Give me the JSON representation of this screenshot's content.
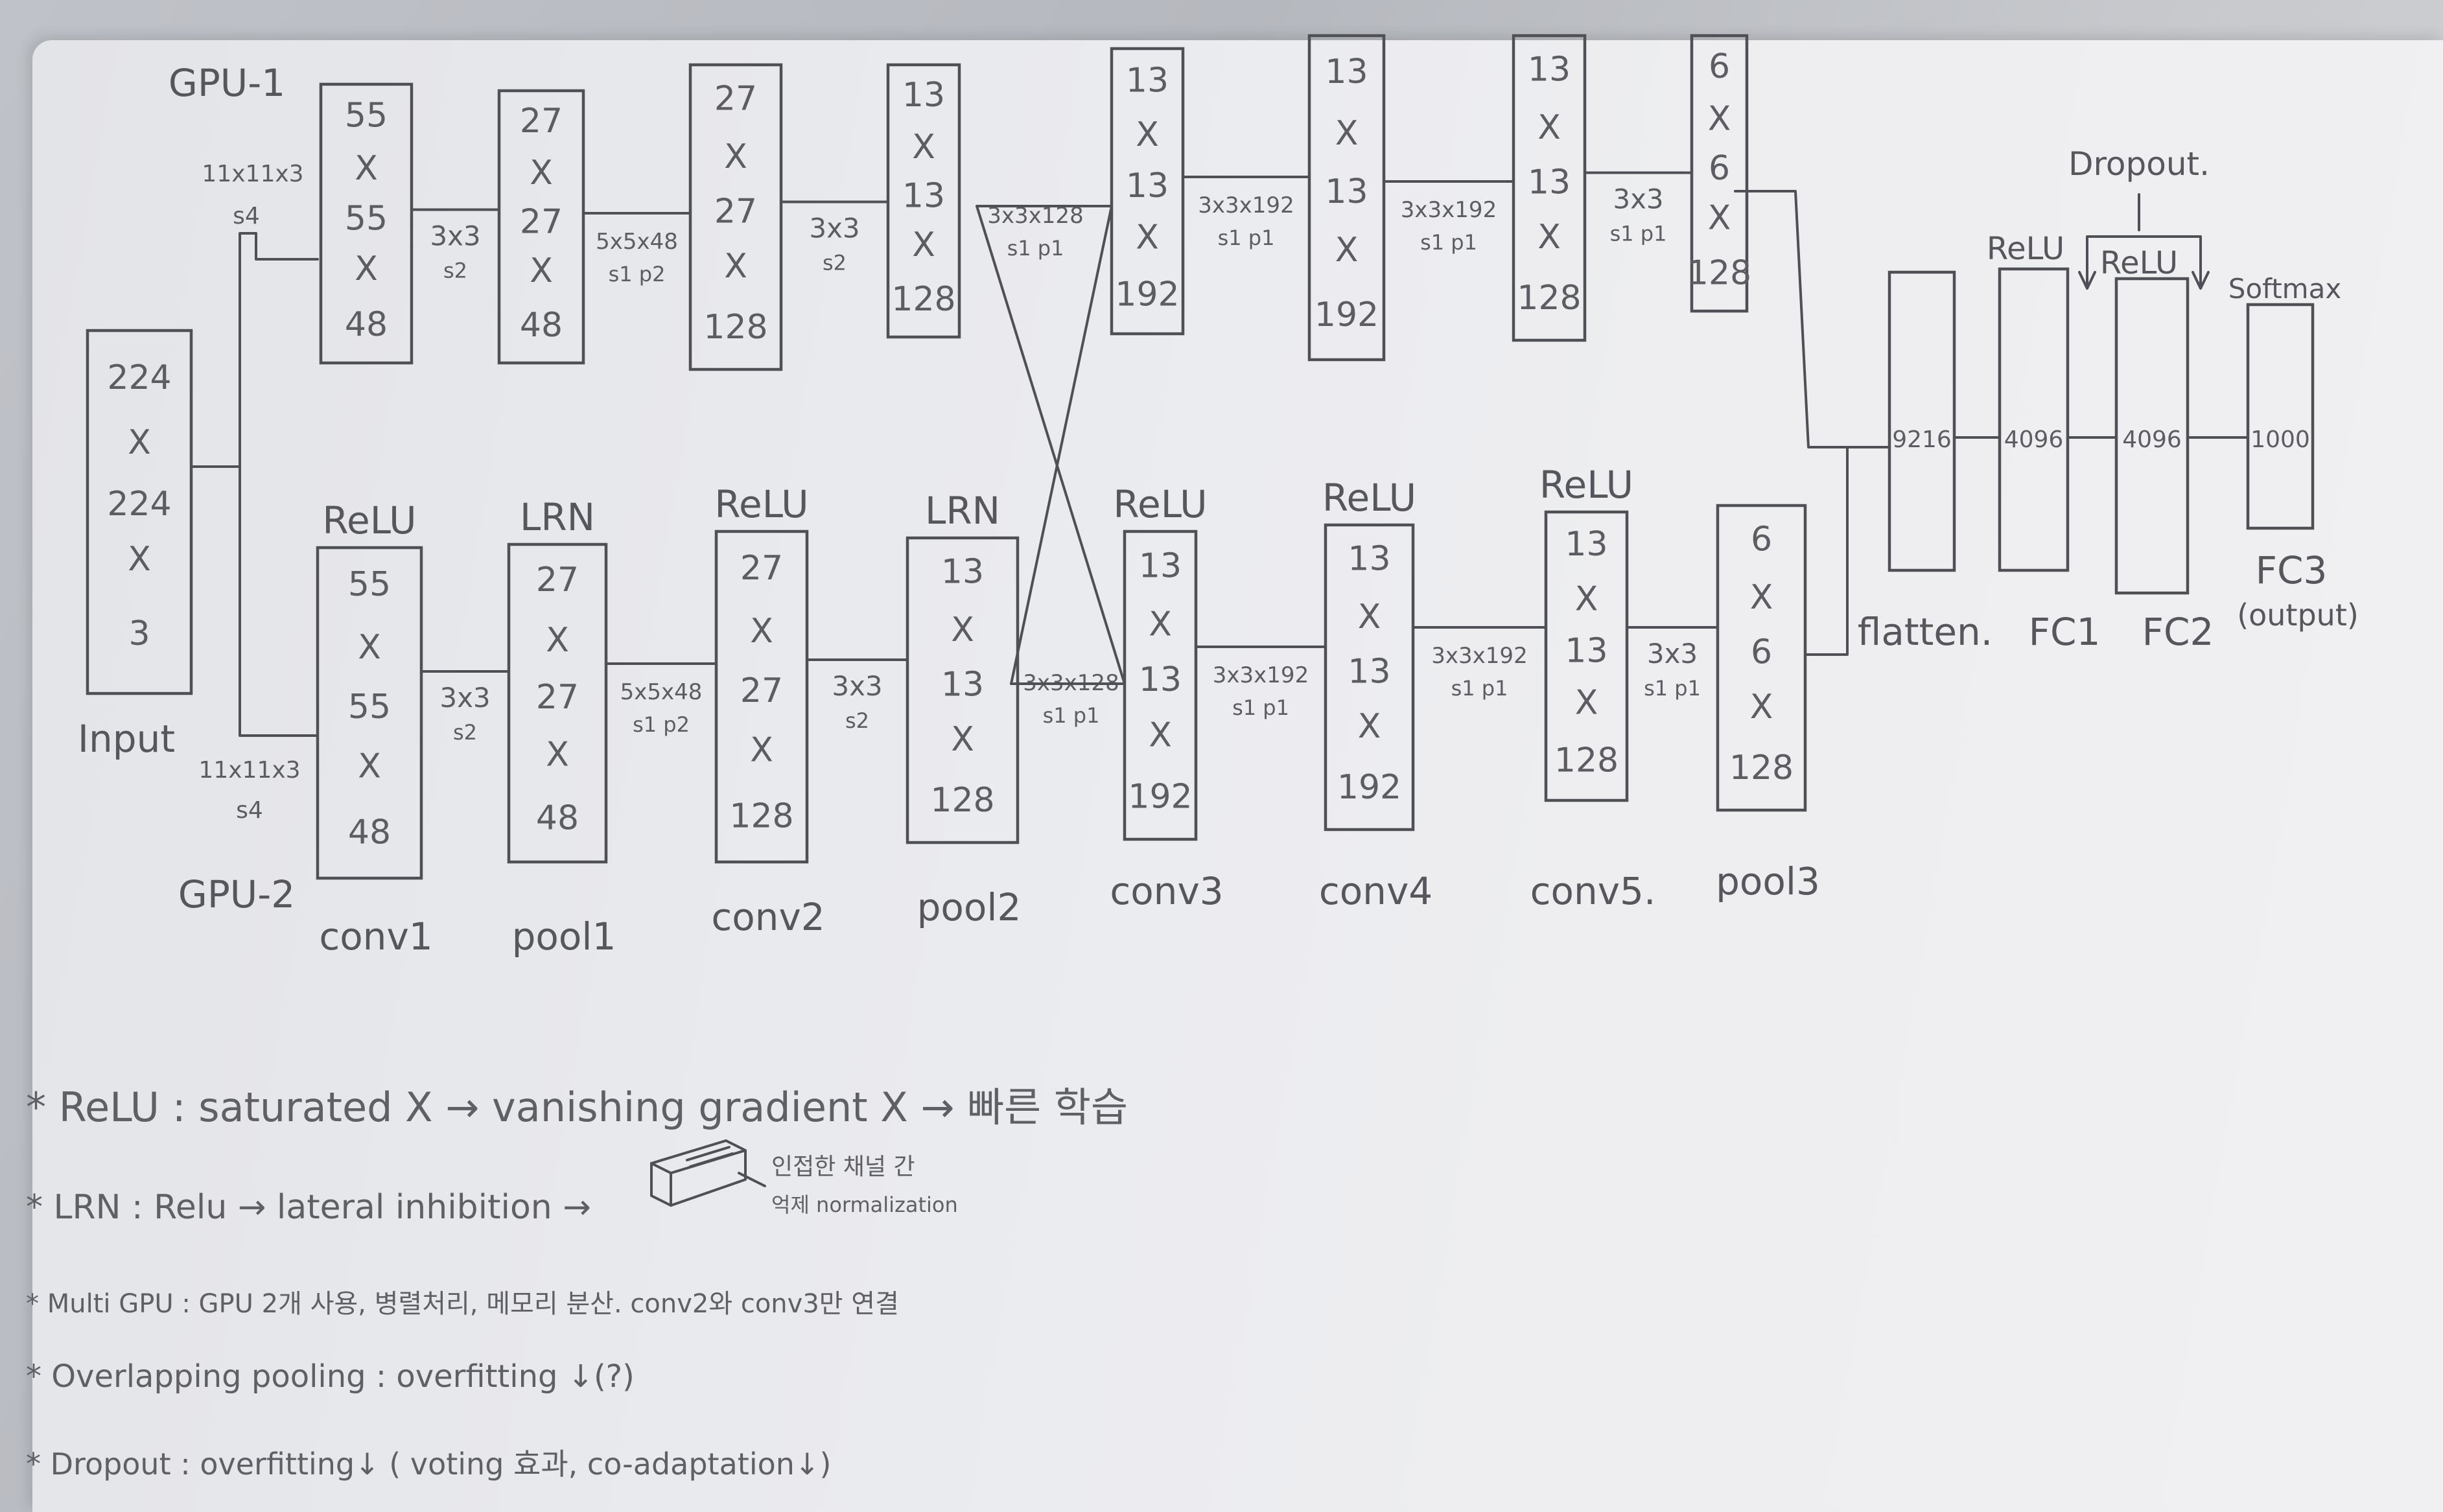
{
  "gpu_labels": {
    "top": "GPU-1",
    "bottom": "GPU-2"
  },
  "input": {
    "lines": [
      "224",
      "X",
      "224",
      "X",
      "3"
    ],
    "label": "Input"
  },
  "input_kernel": {
    "top": [
      "11x11x3",
      "s4"
    ],
    "bottom": [
      "11x11x3",
      "s4"
    ]
  },
  "top_boxes": [
    [
      "55",
      "X",
      "55",
      "X",
      "48"
    ],
    [
      "27",
      "X",
      "27",
      "X",
      "48"
    ],
    [
      "27",
      "X",
      "27",
      "X",
      "128"
    ],
    [
      "13",
      "X",
      "13",
      "X",
      "128"
    ],
    [
      "13",
      "X",
      "13",
      "X",
      "192"
    ],
    [
      "13",
      "X",
      "13",
      "X",
      "192"
    ],
    [
      "13",
      "X",
      "13",
      "X",
      "128"
    ],
    [
      "6",
      "X",
      "6",
      "X",
      "128"
    ]
  ],
  "bottom_boxes": [
    [
      "55",
      "X",
      "55",
      "X",
      "48"
    ],
    [
      "27",
      "X",
      "27",
      "X",
      "48"
    ],
    [
      "27",
      "X",
      "27",
      "X",
      "128"
    ],
    [
      "13",
      "X",
      "13",
      "X",
      "128"
    ],
    [
      "13",
      "X",
      "13",
      "X",
      "192"
    ],
    [
      "13",
      "X",
      "13",
      "X",
      "192"
    ],
    [
      "13",
      "X",
      "13",
      "X",
      "128"
    ],
    [
      "6",
      "X",
      "6",
      "X",
      "128"
    ]
  ],
  "top_connectors": [
    [
      "3x3",
      "s2"
    ],
    [
      "5x5x48",
      "s1 p2"
    ],
    [
      "3x3",
      "s2"
    ],
    [
      "3x3x128",
      "s1 p1"
    ],
    [
      "3x3x192",
      "s1 p1"
    ],
    [
      "3x3x192",
      "s1 p1"
    ],
    [
      "3x3",
      "s1 p1"
    ]
  ],
  "bottom_connectors": [
    [
      "3x3",
      "s2"
    ],
    [
      "5x5x48",
      "s1 p2"
    ],
    [
      "3x3",
      "s2"
    ],
    [
      "3x3x128",
      "s1 p1"
    ],
    [
      "3x3x192",
      "s1 p1"
    ],
    [
      "3x3x192",
      "s1 p1"
    ],
    [
      "3x3",
      "s1 p1"
    ]
  ],
  "above_bottom_labels": [
    "ReLU",
    "LRN",
    "ReLU",
    "LRN",
    "ReLU",
    "ReLU",
    "ReLU"
  ],
  "layer_names": [
    "conv1",
    "pool1",
    "conv2",
    "pool2",
    "conv3",
    "conv4",
    "conv5.",
    "pool3"
  ],
  "fc_boxes": [
    "9216",
    "4096",
    "4096",
    "1000"
  ],
  "fc_names": [
    "flatten.",
    "FC1",
    "FC2",
    "FC3",
    "(output)"
  ],
  "fc_top_labels": [
    "ReLU",
    "ReLU",
    "Softmax"
  ],
  "dropout_label": "Dropout.",
  "notes": [
    "* ReLU : saturated X → vanishing gradient X → 빠른 학습",
    "* LRN : Relu → lateral inhibition →",
    "* Multi GPU : GPU 2개 사용, 병렬처리, 메모리 분산. conv2와 conv3만 연결",
    "* Overlapping pooling : overfitting ↓(?)",
    "* Dropout : overfitting↓ ( voting 효과, co-adaptation↓)"
  ],
  "lrn_side_note": [
    "인접한 채널 간",
    "억제 normalization"
  ],
  "colors": {
    "paper": "#eceef1",
    "ink": "#4e5056"
  }
}
